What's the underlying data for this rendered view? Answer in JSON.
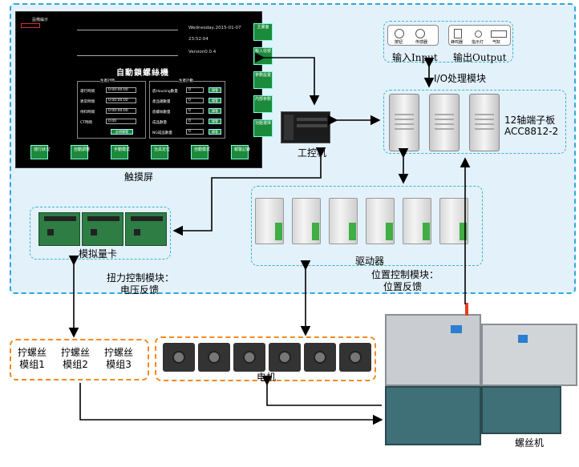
{
  "screen": {
    "corner_label": "設備編示",
    "date": "Wednesday,2015-01-07",
    "time": "23:52:04",
    "version": "Version0.0.4",
    "title": "自動鎖螺絲機",
    "left_panel_title": "生產計時",
    "right_panel_title": "生產計數",
    "left_rows": [
      {
        "label": "運行時間",
        "value": "0:00:00:00"
      },
      {
        "label": "異常時間",
        "value": "0:00:00:00"
      },
      {
        "label": "待料時間",
        "value": "0:00:00:00"
      },
      {
        "label": "CT時間",
        "value": "0.00"
      }
    ],
    "left_reset": "計時歸零",
    "right_rows": [
      {
        "label": "底Housing數量",
        "value": "0",
        "btn": "歸零"
      },
      {
        "label": "產品總數量",
        "value": "0",
        "btn": "歸零"
      },
      {
        "label": "底螺絲數量",
        "value": "0",
        "btn": "歸零"
      },
      {
        "label": "成品數量",
        "value": "0",
        "btn": "歸零"
      },
      {
        "label": "NG成品數量",
        "value": "0",
        "btn": "歸零"
      }
    ],
    "side_buttons": [
      "主畫面",
      "輸入信號",
      "參數設置",
      "內部參數",
      "功能選擇"
    ],
    "bottom_buttons": [
      "運行狀況",
      "自動調整",
      "手動模式",
      "治具定位",
      "自動模式",
      "報警記錄"
    ]
  },
  "labels": {
    "touchscreen": "触摸屏",
    "ipc": "工控机",
    "io_module": "I/O处理模块",
    "input": "输入Input",
    "output": "输出Output",
    "input_items": [
      "按钮",
      "传感器"
    ],
    "output_items": [
      "蜂鸣器",
      "指示灯",
      "气缸"
    ],
    "board_line1": "12轴端子板",
    "board_line2": "ACC8812-2",
    "analog_card": "模拟量卡",
    "driver": "驱动器",
    "torque_line1": "扭力控制模块：",
    "torque_line2": "电压反馈",
    "position_line1": "位置控制模块：",
    "position_line2": "位置反馈",
    "modules": [
      "拧螺丝\n模组1",
      "拧螺丝\n模组2",
      "拧螺丝\n模组3"
    ],
    "motor": "电机",
    "machine": "螺丝机"
  }
}
